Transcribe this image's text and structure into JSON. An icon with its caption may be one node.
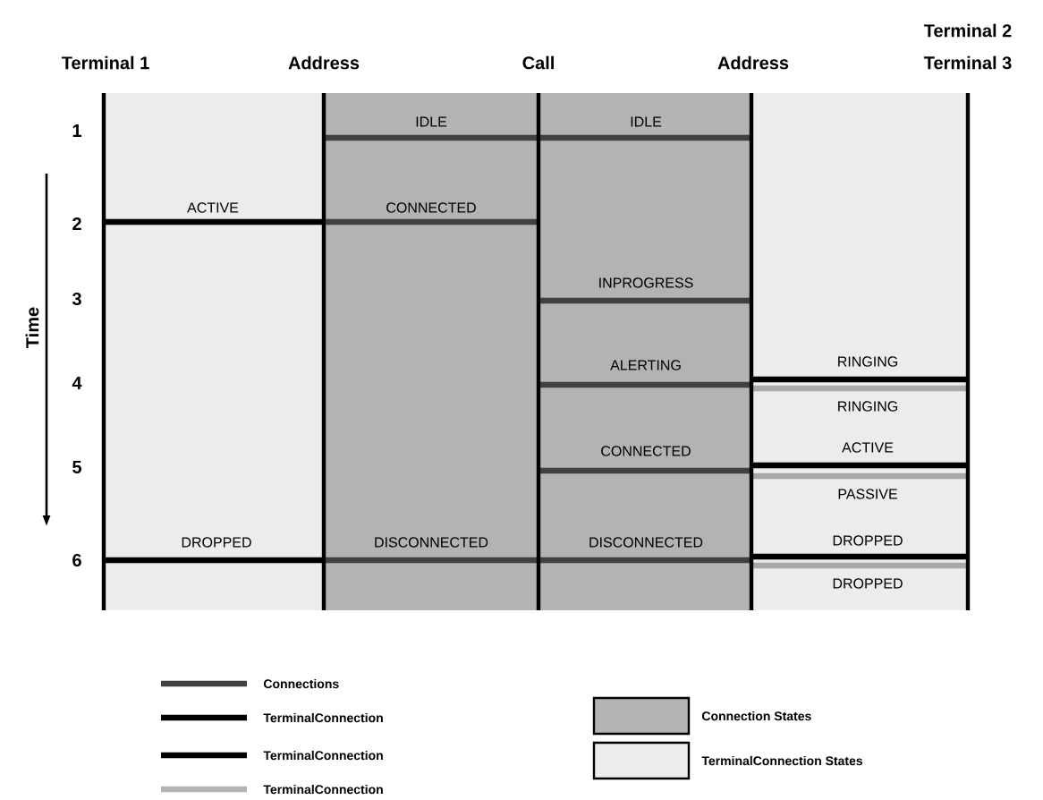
{
  "diagram": {
    "labels": [
      "Terminal 2",
      "Terminal 1",
      "Address",
      "Call",
      "Address",
      "Terminal 3",
      "1",
      "IDLE",
      "IDLE",
      "ACTIVE",
      "CONNECTED",
      "2",
      "INPROGRESS",
      "3",
      "Time",
      "ALERTING",
      "RINGING",
      "4",
      "RINGING",
      "CONNECTED",
      "ACTIVE",
      "5",
      "PASSIVE",
      "DROPPED",
      "DISCONNECTED",
      "DISCONNECTED",
      "DROPPED",
      "6",
      "DROPPED"
    ],
    "legend": [
      {
        "text": "Connections"
      },
      {
        "text": "TerminalConnection"
      },
      {
        "text": "TerminalConnection"
      },
      {
        "text": "TerminalConnection"
      },
      {
        "text": "Connection States",
        "color": "#b3b3b3"
      },
      {
        "text": "TerminalConnection States",
        "color": "#ececec"
      }
    ]
  }
}
